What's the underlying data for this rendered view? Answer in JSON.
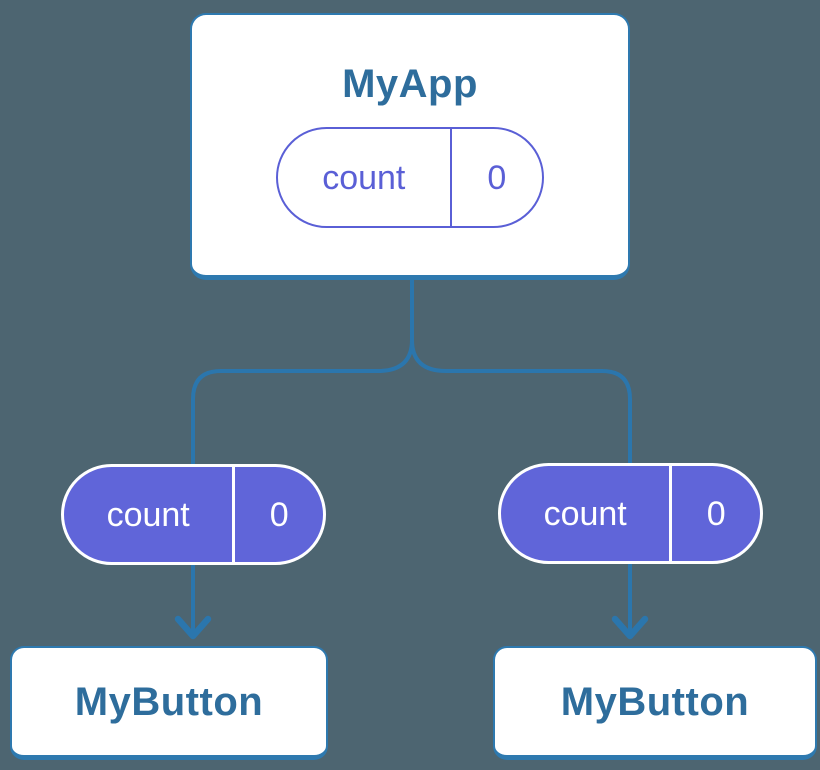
{
  "theme": {
    "background": "#4d6571",
    "edge_blue": "#2b76ad",
    "card_border_blue": "#2e79af",
    "component_text_blue": "#2e6d9c",
    "state_purple": "#6065d9",
    "state_purple_ink": "#5a5fd6",
    "card_white": "#ffffff"
  },
  "diagram": {
    "type": "component-state-tree",
    "root": {
      "title": "MyApp",
      "state": {
        "label": "count",
        "value": "0"
      }
    },
    "children": [
      {
        "title": "MyButton",
        "prop": {
          "label": "count",
          "value": "0"
        }
      },
      {
        "title": "MyButton",
        "prop": {
          "label": "count",
          "value": "0"
        }
      }
    ]
  }
}
